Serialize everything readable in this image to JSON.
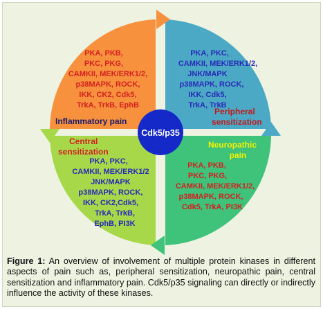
{
  "colors": {
    "inflammatory": "#f7913d",
    "peripheral": "#4ba9c6",
    "central": "#a6d84a",
    "neuropathic": "#3fc27a",
    "center": "#1529c9",
    "red_text": "#d42020",
    "blue_text": "#2929b8",
    "yellow_text": "#f4f100"
  },
  "quadrants": {
    "inflammatory": {
      "label": "Inflammatory pain",
      "kinases": [
        "PKA, PKB,",
        "PKC, PKG,",
        "CAMKII, MEK/ERK1/2,",
        "p38MAPK, ROCK,",
        "IKK, CK2, Cdk5,",
        "TrkA, TrkB, EphB"
      ]
    },
    "peripheral": {
      "label_lines": [
        "Peripheral",
        "sensitization"
      ],
      "kinases": [
        "PKA, PKC,",
        "CAMKII, MEK/ERK1/2,",
        "JNK/MAPK",
        "p38MAPK, ROCK,",
        "IKK, Cdk5,",
        "TrkA, TrkB"
      ]
    },
    "central": {
      "label_lines": [
        "Central",
        "sensitization"
      ],
      "kinases": [
        "PKA, PKC,",
        "CAMKII, MEK/ERK1/2",
        "JNK/MAPK",
        "p38MAPK, ROCK,",
        "IKK,  CK2,Cdk5,",
        "TrkA, TrkB,",
        "EphB, PI3K"
      ]
    },
    "neuropathic": {
      "label_lines": [
        "Neuropathic",
        "pain"
      ],
      "kinases": [
        "PKA, PKB,",
        "PKC, PKG,",
        "CAMKII, MEK/ERK1/2,",
        "p38MAPK, ROCK,",
        "Cdk5, TrkA, PI3K"
      ]
    }
  },
  "center_label": "Cdk5/p35",
  "caption": {
    "figure_label": "Figure 1:",
    "text": " An overview of involvement of multiple protein kinases in different aspects of pain such as, peripheral sensitization, neuropathic pain, central sensitization and inflammatory pain. Cdk5/p35 signaling can directly or indirectly influence the activity of these kinases."
  }
}
